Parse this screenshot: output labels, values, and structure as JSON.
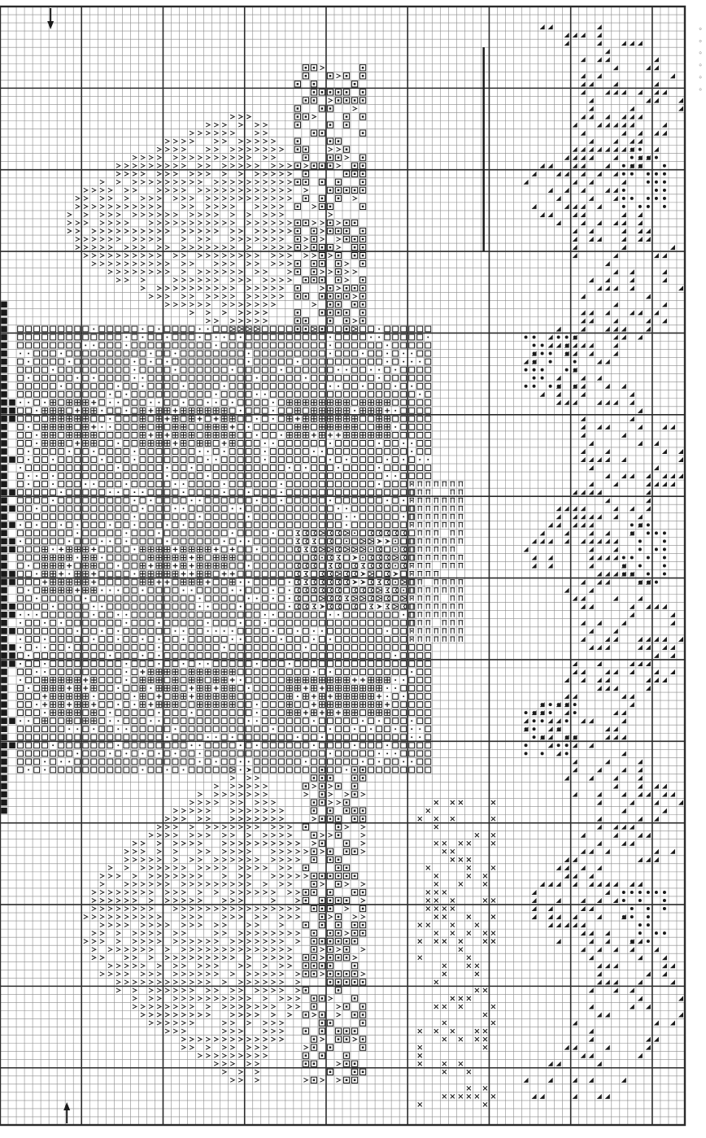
{
  "pattern": {
    "kind": "cross-stitch chart",
    "colors": {
      "paper": "#ffffff",
      "grid_fine": "#8a8a8a",
      "grid_major": "#2a2a2a",
      "ink": "#1a1a1a"
    },
    "symbols": {
      "open_square": "□",
      "square_in_square": "◻",
      "small_dot": "·",
      "plus": "+",
      "caret": ">",
      "triangle": "◣",
      "big_dot": "•",
      "solid_square": "■",
      "cross": "×",
      "three": "з",
      "ii": "Π"
    },
    "regions": [
      {
        "name": "upper-caret-flower",
        "symbol": "caret"
      },
      {
        "name": "upper-square-stem",
        "symbol": "square_in_square"
      },
      {
        "name": "middle-square-flower",
        "symbol": "open_square"
      },
      {
        "name": "plus-clusters",
        "symbol": "plus"
      },
      {
        "name": "three-cluster",
        "symbol": "three"
      },
      {
        "name": "ii-column",
        "symbol": "ii"
      },
      {
        "name": "lower-caret-flower",
        "symbol": "caret"
      },
      {
        "name": "cross-column",
        "symbol": "cross"
      },
      {
        "name": "triangle-border",
        "symbol": "triangle"
      },
      {
        "name": "dot-clusters",
        "symbol": "big_dot"
      },
      {
        "name": "left-solid-edge",
        "symbol": "solid_square"
      }
    ]
  }
}
